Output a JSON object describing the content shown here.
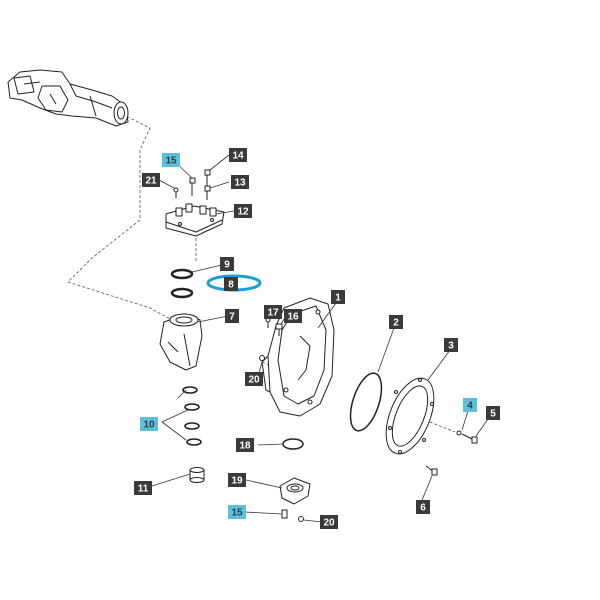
{
  "colors": {
    "line": "#222222",
    "label_bg": "#3a3a3a",
    "label_text": "#ffffff",
    "highlight_bg": "#5bc0de",
    "highlight_ring": "#1a9fd6"
  },
  "callouts": [
    {
      "id": "c1",
      "label": "1",
      "highlighted": false
    },
    {
      "id": "c2",
      "label": "2",
      "highlighted": false
    },
    {
      "id": "c3",
      "label": "3",
      "highlighted": false
    },
    {
      "id": "c4",
      "label": "4",
      "highlighted": true
    },
    {
      "id": "c5",
      "label": "5",
      "highlighted": false
    },
    {
      "id": "c6",
      "label": "6",
      "highlighted": false
    },
    {
      "id": "c7",
      "label": "7",
      "highlighted": false
    },
    {
      "id": "c8",
      "label": "8",
      "highlighted": false
    },
    {
      "id": "c9",
      "label": "9",
      "highlighted": false
    },
    {
      "id": "c10",
      "label": "10",
      "highlighted": true
    },
    {
      "id": "c11",
      "label": "11",
      "highlighted": false
    },
    {
      "id": "c12",
      "label": "12",
      "highlighted": false
    },
    {
      "id": "c13",
      "label": "13",
      "highlighted": false
    },
    {
      "id": "c14",
      "label": "14",
      "highlighted": false
    },
    {
      "id": "c15a",
      "label": "15",
      "highlighted": true
    },
    {
      "id": "c15b",
      "label": "15",
      "highlighted": true
    },
    {
      "id": "c16",
      "label": "16",
      "highlighted": false
    },
    {
      "id": "c17",
      "label": "17",
      "highlighted": false
    },
    {
      "id": "c18",
      "label": "18",
      "highlighted": false
    },
    {
      "id": "c19",
      "label": "19",
      "highlighted": false
    },
    {
      "id": "c20a",
      "label": "20",
      "highlighted": false
    },
    {
      "id": "c20b",
      "label": "20",
      "highlighted": false
    },
    {
      "id": "c21",
      "label": "21",
      "highlighted": false
    }
  ],
  "selected_part": "8"
}
